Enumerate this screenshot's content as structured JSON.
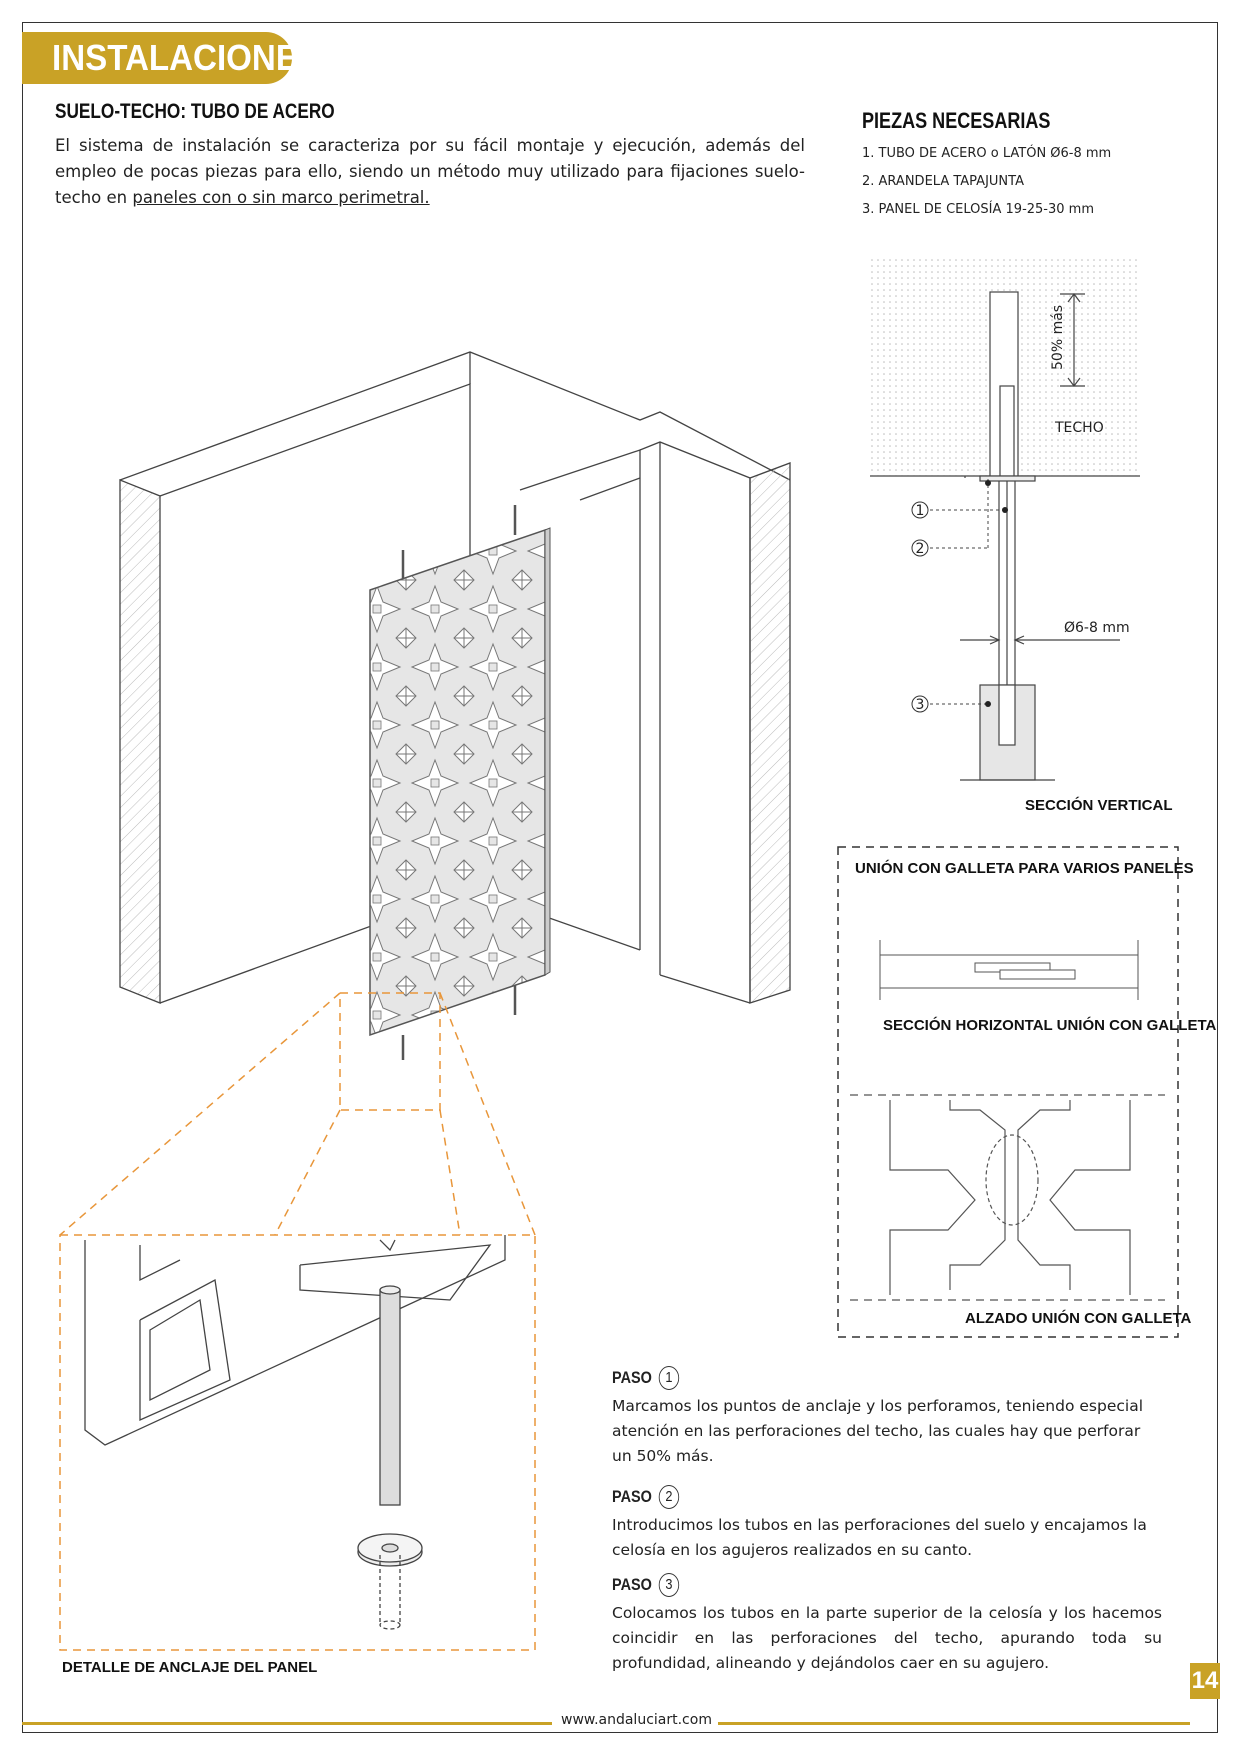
{
  "header": {
    "title": "INSTALACIONES"
  },
  "section": {
    "title": "SUELO-TECHO: TUBO DE ACERO",
    "intro_text": "El sistema de instalación se caracteriza por su fácil montaje y ejecución, además del empleo de pocas piezas para ello, siendo un método muy utilizado para fijaciones suelo-techo en ",
    "intro_link": "paneles con o sin marco perimetral."
  },
  "parts": {
    "title": "PIEZAS NECESARIAS",
    "items": [
      "1.  TUBO DE ACERO o LATÓN Ø6-8 mm",
      "2.  ARANDELA TAPAJUNTA",
      "3.  PANEL DE CELOSÍA 19-25-30 mm"
    ]
  },
  "section_drawing": {
    "dim_label": "50% más",
    "ceiling_label": "TECHO",
    "diameter_label": "Ø6-8 mm",
    "markers": [
      "1",
      "2",
      "3"
    ],
    "caption": "SECCIÓN VERTICAL"
  },
  "joint_box": {
    "title": "UNIÓN CON GALLETA PARA VARIOS PANELES",
    "horizontal_caption": "SECCIÓN HORIZONTAL UNIÓN CON GALLETA",
    "elevation_caption": "ALZADO UNIÓN CON GALLETA"
  },
  "detail": {
    "caption": "DETALLE DE ANCLAJE DEL PANEL"
  },
  "steps": [
    {
      "label": "PASO",
      "num": "1",
      "text": "Marcamos los puntos de anclaje y los perforamos, teniendo especial atención en las perforaciones del techo, las cuales hay que perforar un 50% más."
    },
    {
      "label": "PASO",
      "num": "2",
      "text": "Introducimos los tubos en las perforaciones del suelo y encajamos la celosía en los agujeros realizados en su canto."
    },
    {
      "label": "PASO",
      "num": "3",
      "text": "Colocamos los tubos en la parte superior de la celosía y los hacemos coincidir en las perforaciones del techo, apurando toda su profundidad, alineando y dejándolos caer en su agujero."
    }
  ],
  "page_number": "14",
  "footer": {
    "website": "www.andaluciart.com"
  },
  "colors": {
    "accent": "#c9a226",
    "detail_dash": "#e8963a",
    "line": "#333333"
  }
}
